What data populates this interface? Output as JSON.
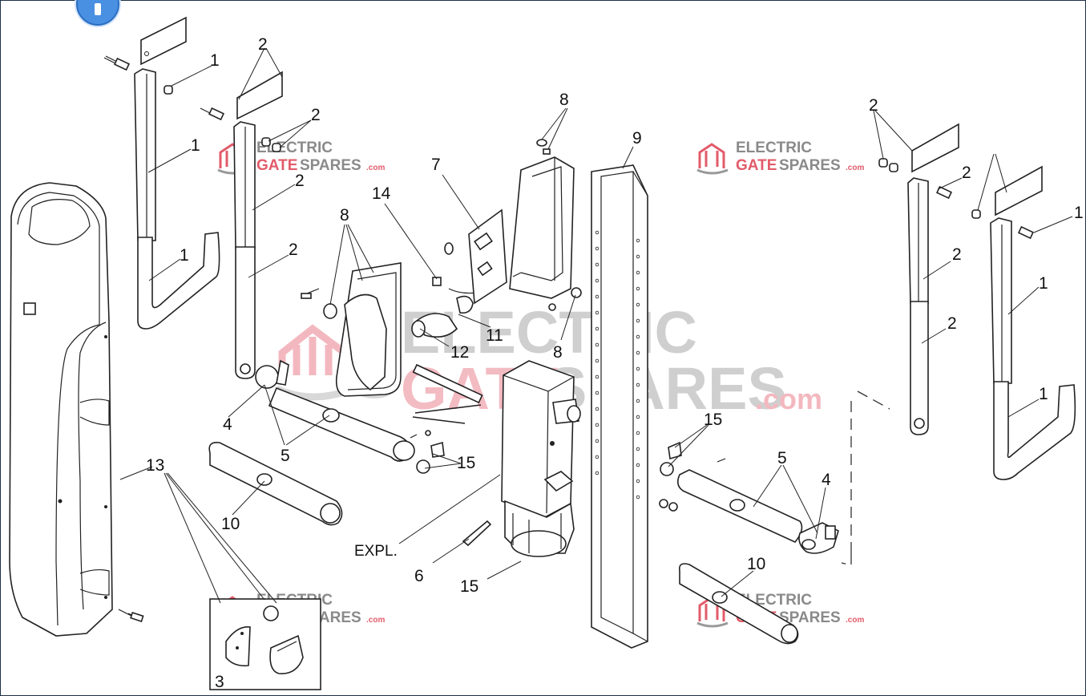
{
  "diagram": {
    "callouts": [
      {
        "id": "c1a",
        "text": "1"
      },
      {
        "id": "c1b",
        "text": "1"
      },
      {
        "id": "c1c",
        "text": "1"
      },
      {
        "id": "c1d",
        "text": "1"
      },
      {
        "id": "c1e",
        "text": "1"
      },
      {
        "id": "c1f",
        "text": "1"
      },
      {
        "id": "c2a",
        "text": "2"
      },
      {
        "id": "c2b",
        "text": "2"
      },
      {
        "id": "c2c",
        "text": "2"
      },
      {
        "id": "c2d",
        "text": "2"
      },
      {
        "id": "c2e",
        "text": "2"
      },
      {
        "id": "c2f",
        "text": "2"
      },
      {
        "id": "c2g",
        "text": "2"
      },
      {
        "id": "c2h",
        "text": "2"
      },
      {
        "id": "c3",
        "text": "3"
      },
      {
        "id": "c4a",
        "text": "4"
      },
      {
        "id": "c4b",
        "text": "4"
      },
      {
        "id": "c5a",
        "text": "5"
      },
      {
        "id": "c5b",
        "text": "5"
      },
      {
        "id": "c6",
        "text": "6"
      },
      {
        "id": "c7",
        "text": "7"
      },
      {
        "id": "c8a",
        "text": "8"
      },
      {
        "id": "c8b",
        "text": "8"
      },
      {
        "id": "c8c",
        "text": "8"
      },
      {
        "id": "c9",
        "text": "9"
      },
      {
        "id": "c10a",
        "text": "10"
      },
      {
        "id": "c10b",
        "text": "10"
      },
      {
        "id": "c11",
        "text": "11"
      },
      {
        "id": "c12",
        "text": "12"
      },
      {
        "id": "c13",
        "text": "13"
      },
      {
        "id": "c14",
        "text": "14"
      },
      {
        "id": "c15a",
        "text": "15"
      },
      {
        "id": "c15b",
        "text": "15"
      },
      {
        "id": "c15c",
        "text": "15"
      }
    ],
    "expl_label": "EXPL."
  },
  "watermark": {
    "line1": "ELECTRIC",
    "line2_a": "GATE",
    "line2_b": "SPARES",
    "suffix": ".com",
    "colors": {
      "red": "#e25b6a",
      "gray": "#8a8a8a",
      "big_red": "#f3b8bf",
      "big_gray": "#cfcfcf"
    }
  },
  "info_button": {
    "icon": "info-icon"
  }
}
